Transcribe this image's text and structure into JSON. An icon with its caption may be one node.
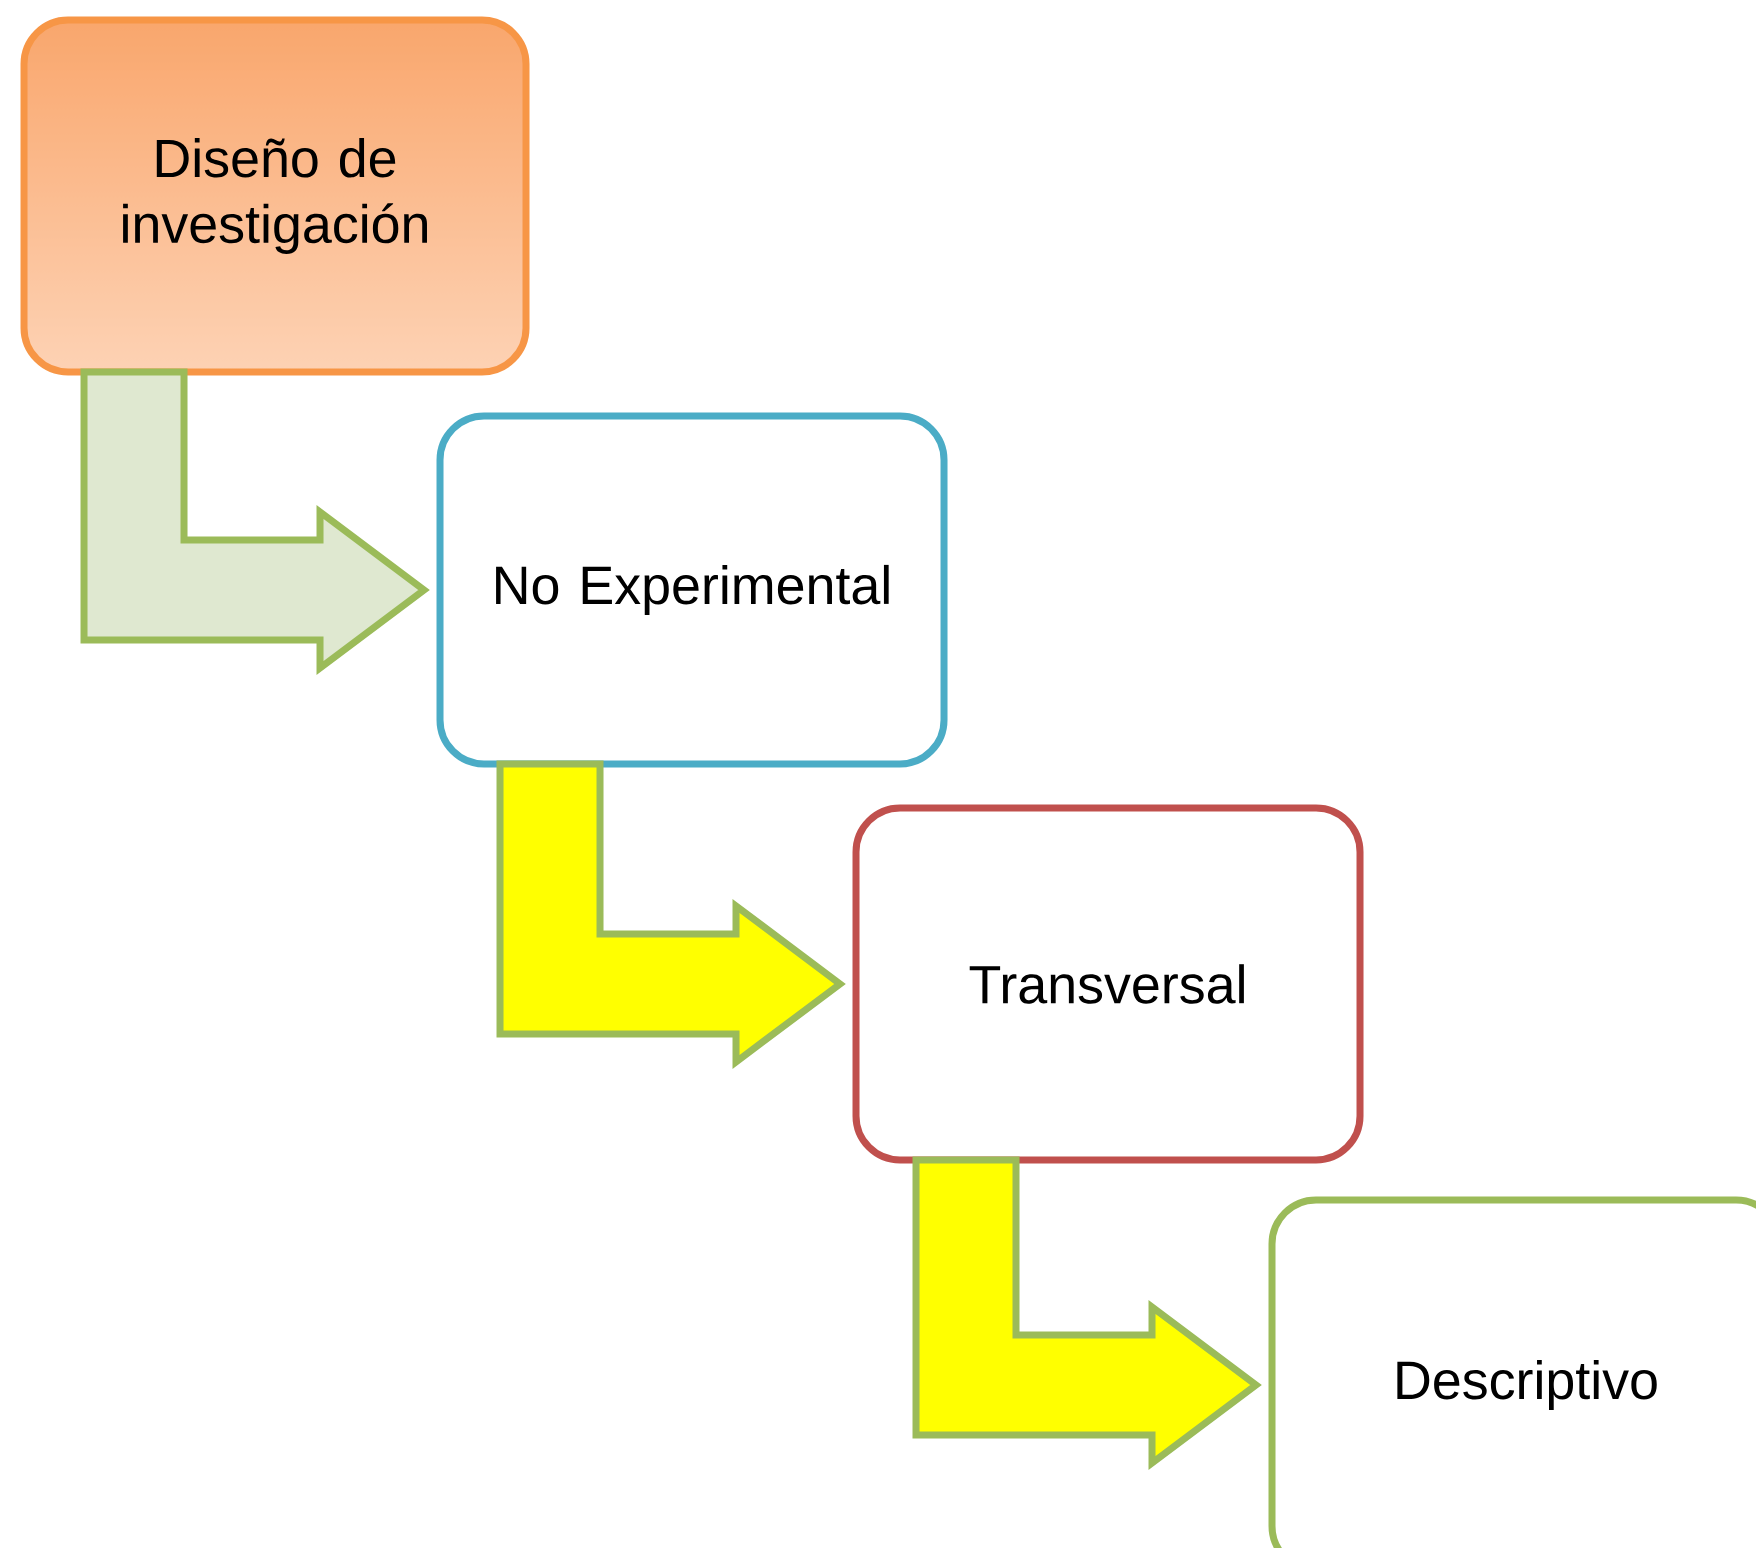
{
  "diagram": {
    "nodes": [
      {
        "text": [
          "Diseño de investigación"
        ]
      },
      {
        "text": [
          "No Experimental"
        ]
      },
      {
        "text": [
          "Transversal"
        ]
      },
      {
        "text": [
          "Descriptivo"
        ]
      }
    ],
    "edges": [
      {
        "from": 0,
        "to": 1,
        "arrow": "to",
        "color": "#dfe8d0"
      },
      {
        "from": 1,
        "to": 2,
        "arrow": "to"
      },
      {
        "from": 2,
        "to": 3,
        "arrow": "to"
      }
    ]
  }
}
